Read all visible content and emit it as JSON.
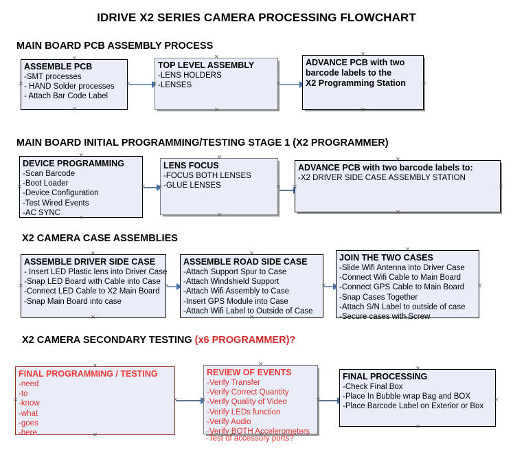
{
  "document": {
    "title": "IDRIVE X2  SERIES CAMERA PROCESSING FLOWCHART"
  },
  "colors": {
    "box_fill": "#e8edf7",
    "border_black": "#000000",
    "border_gray": "#7f7f7f",
    "border_red": "#9c2b2b",
    "red_text": "#e03030",
    "connector": "#8298b4",
    "arrow": "#4472a8"
  },
  "sections": [
    {
      "id": "main-board-pcb-assembly",
      "heading": "MAIN BOARD PCB ASSEMBLY PROCESS",
      "heading_red_suffix": "",
      "boxes": [
        {
          "id": "assemble-pcb",
          "title": "ASSEMBLE PCB",
          "lines": [
            "-SMT processes",
            "- HAND Solder processes",
            "- Attach Bar Code Label"
          ]
        },
        {
          "id": "top-level-assembly",
          "title": "TOP LEVEL ASSEMBLY",
          "lines": [
            "-LENS HOLDERS",
            "-LENSES"
          ]
        },
        {
          "id": "advance-pcb-programming-station",
          "title": "ADVANCE PCB with two",
          "lines": [
            "barcode labels to the",
            " X2 Programming Station"
          ]
        }
      ]
    },
    {
      "id": "main-board-initial-programming",
      "heading": "MAIN BOARD INITIAL PROGRAMMING/TESTING STAGE 1 (X2 PROGRAMMER)",
      "heading_red_suffix": "",
      "boxes": [
        {
          "id": "device-programming",
          "title": "DEVICE PROGRAMMING",
          "lines": [
            "-Scan Barcode",
            "-Boot Loader",
            "-Device Configuration",
            "-Test Wired Events",
            "-AC SYNC"
          ]
        },
        {
          "id": "lens-focus",
          "title": "LENS FOCUS",
          "lines": [
            "-FOCUS BOTH LENSES",
            "-GLUE LENSES"
          ]
        },
        {
          "id": "advance-pcb-driver-side-station",
          "title": "ADVANCE PCB with two barcode labels to:",
          "lines": [
            "-X2 DRIVER  SIDE  CASE  ASSEMBLY STATION"
          ]
        }
      ]
    },
    {
      "id": "x2-camera-case-assemblies",
      "heading": "X2 CAMERA CASE ASSEMBLIES",
      "heading_red_suffix": "",
      "boxes": [
        {
          "id": "assemble-driver-side-case",
          "title": "ASSEMBLE DRIVER SIDE CASE",
          "lines": [
            "- Insert LED Plastic lens into Driver Case",
            "-Snap LED Board with Cable into Case",
            "-Connect LED Cable to X2 Main Board",
            "-Snap Main Board into case"
          ]
        },
        {
          "id": "assemble-road-side-case",
          "title": "ASSEMBLE ROAD SIDE CASE",
          "lines": [
            "-Attach Support Spur to Case",
            "-Attach Windshield Support",
            "-Attach Wifi Assembly to Case",
            "-Insert GPS Module into Case",
            "-Attach Wifi Label to Outside of Case"
          ]
        },
        {
          "id": "join-the-two-cases",
          "title": "JOIN THE TWO CASES",
          "lines": [
            "-Slide Wifi Antenna into Driver Case",
            "-Connect Wifi Cable to Main Board",
            "-Connect GPS Cable to Main Board",
            "-Snap Cases Together",
            "-Attach S/N Label to outside of case",
            "-Secure cases with Screw"
          ]
        }
      ]
    },
    {
      "id": "x2-camera-secondary-testing",
      "heading": "X2 CAMERA SECONDARY TESTING ",
      "heading_red_suffix": "(x6 PROGRAMMER)?",
      "boxes": [
        {
          "id": "final-programming-testing",
          "title": "FINAL PROGRAMMING / TESTING",
          "lines": [
            "-need",
            "-to",
            "-know",
            "-what",
            "-goes",
            "-here"
          ]
        },
        {
          "id": "review-of-events",
          "title": "REVIEW OF EVENTS",
          "lines": [
            "-Verify Transfer",
            "-Verify Correct Quantity",
            "-Verify Quality of Video",
            "-Verify LEDs function",
            "-Verify Audio",
            "-Verify BOTH Accelerometers"
          ],
          "overflow_line": "-Test of accessory ports?"
        },
        {
          "id": "final-processing",
          "title": "FINAL PROCESSING",
          "lines": [
            " -Check Final Box",
            "-Place In Bubble wrap Bag and BOX",
            "-Place Barcode Label on Exterior or Box"
          ]
        }
      ]
    }
  ]
}
